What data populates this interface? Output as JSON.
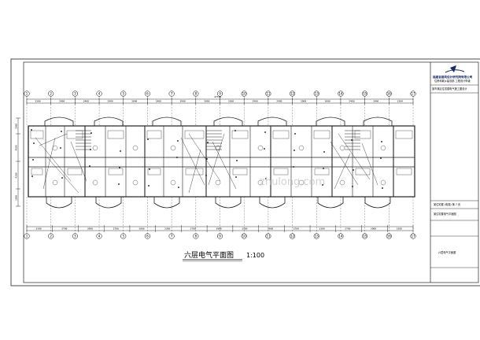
{
  "drawing": {
    "title": "六层电气平面图",
    "scale": "1:100",
    "top_center_dim": "47740",
    "top_dims": [
      "3300",
      "3900",
      "2400",
      "3900",
      "3600",
      "2400",
      "3900",
      "3000",
      "3300",
      "3900",
      "2400",
      "3900",
      "3600",
      "2400",
      "3900",
      "3300"
    ],
    "bottom_dims": [
      "3300",
      "2700",
      "3900",
      "2700",
      "3600",
      "3300",
      "2700",
      "3900",
      "3300",
      "3600",
      "2700",
      "3300",
      "2700",
      "3900",
      "3300"
    ],
    "axis_labels": [
      "1",
      "2",
      "3",
      "4",
      "5",
      "6",
      "7",
      "8",
      "9",
      "10",
      "11",
      "12",
      "13",
      "14",
      "15",
      "16",
      "17"
    ],
    "left_dims": [
      "1800",
      "4500",
      "4200",
      "1800"
    ],
    "watermark": "zhulong.com"
  },
  "title_block": {
    "company_name": "福建省建筑设计研究院有限公司",
    "company_sub": "住房和城乡建设部 工程设计甲级",
    "project_name": "某市某区住宅楼电气施工图设计",
    "drawing_no_label": "某住宅楼 (电施) 第 7 页",
    "drawing_type": "某住宅楼电气平面图",
    "sheet_title": "六层电气平面图"
  },
  "colors": {
    "line": "#000000",
    "wall": "#222222",
    "logo": "#1a2a66",
    "watermark": "#c8c8c8"
  }
}
